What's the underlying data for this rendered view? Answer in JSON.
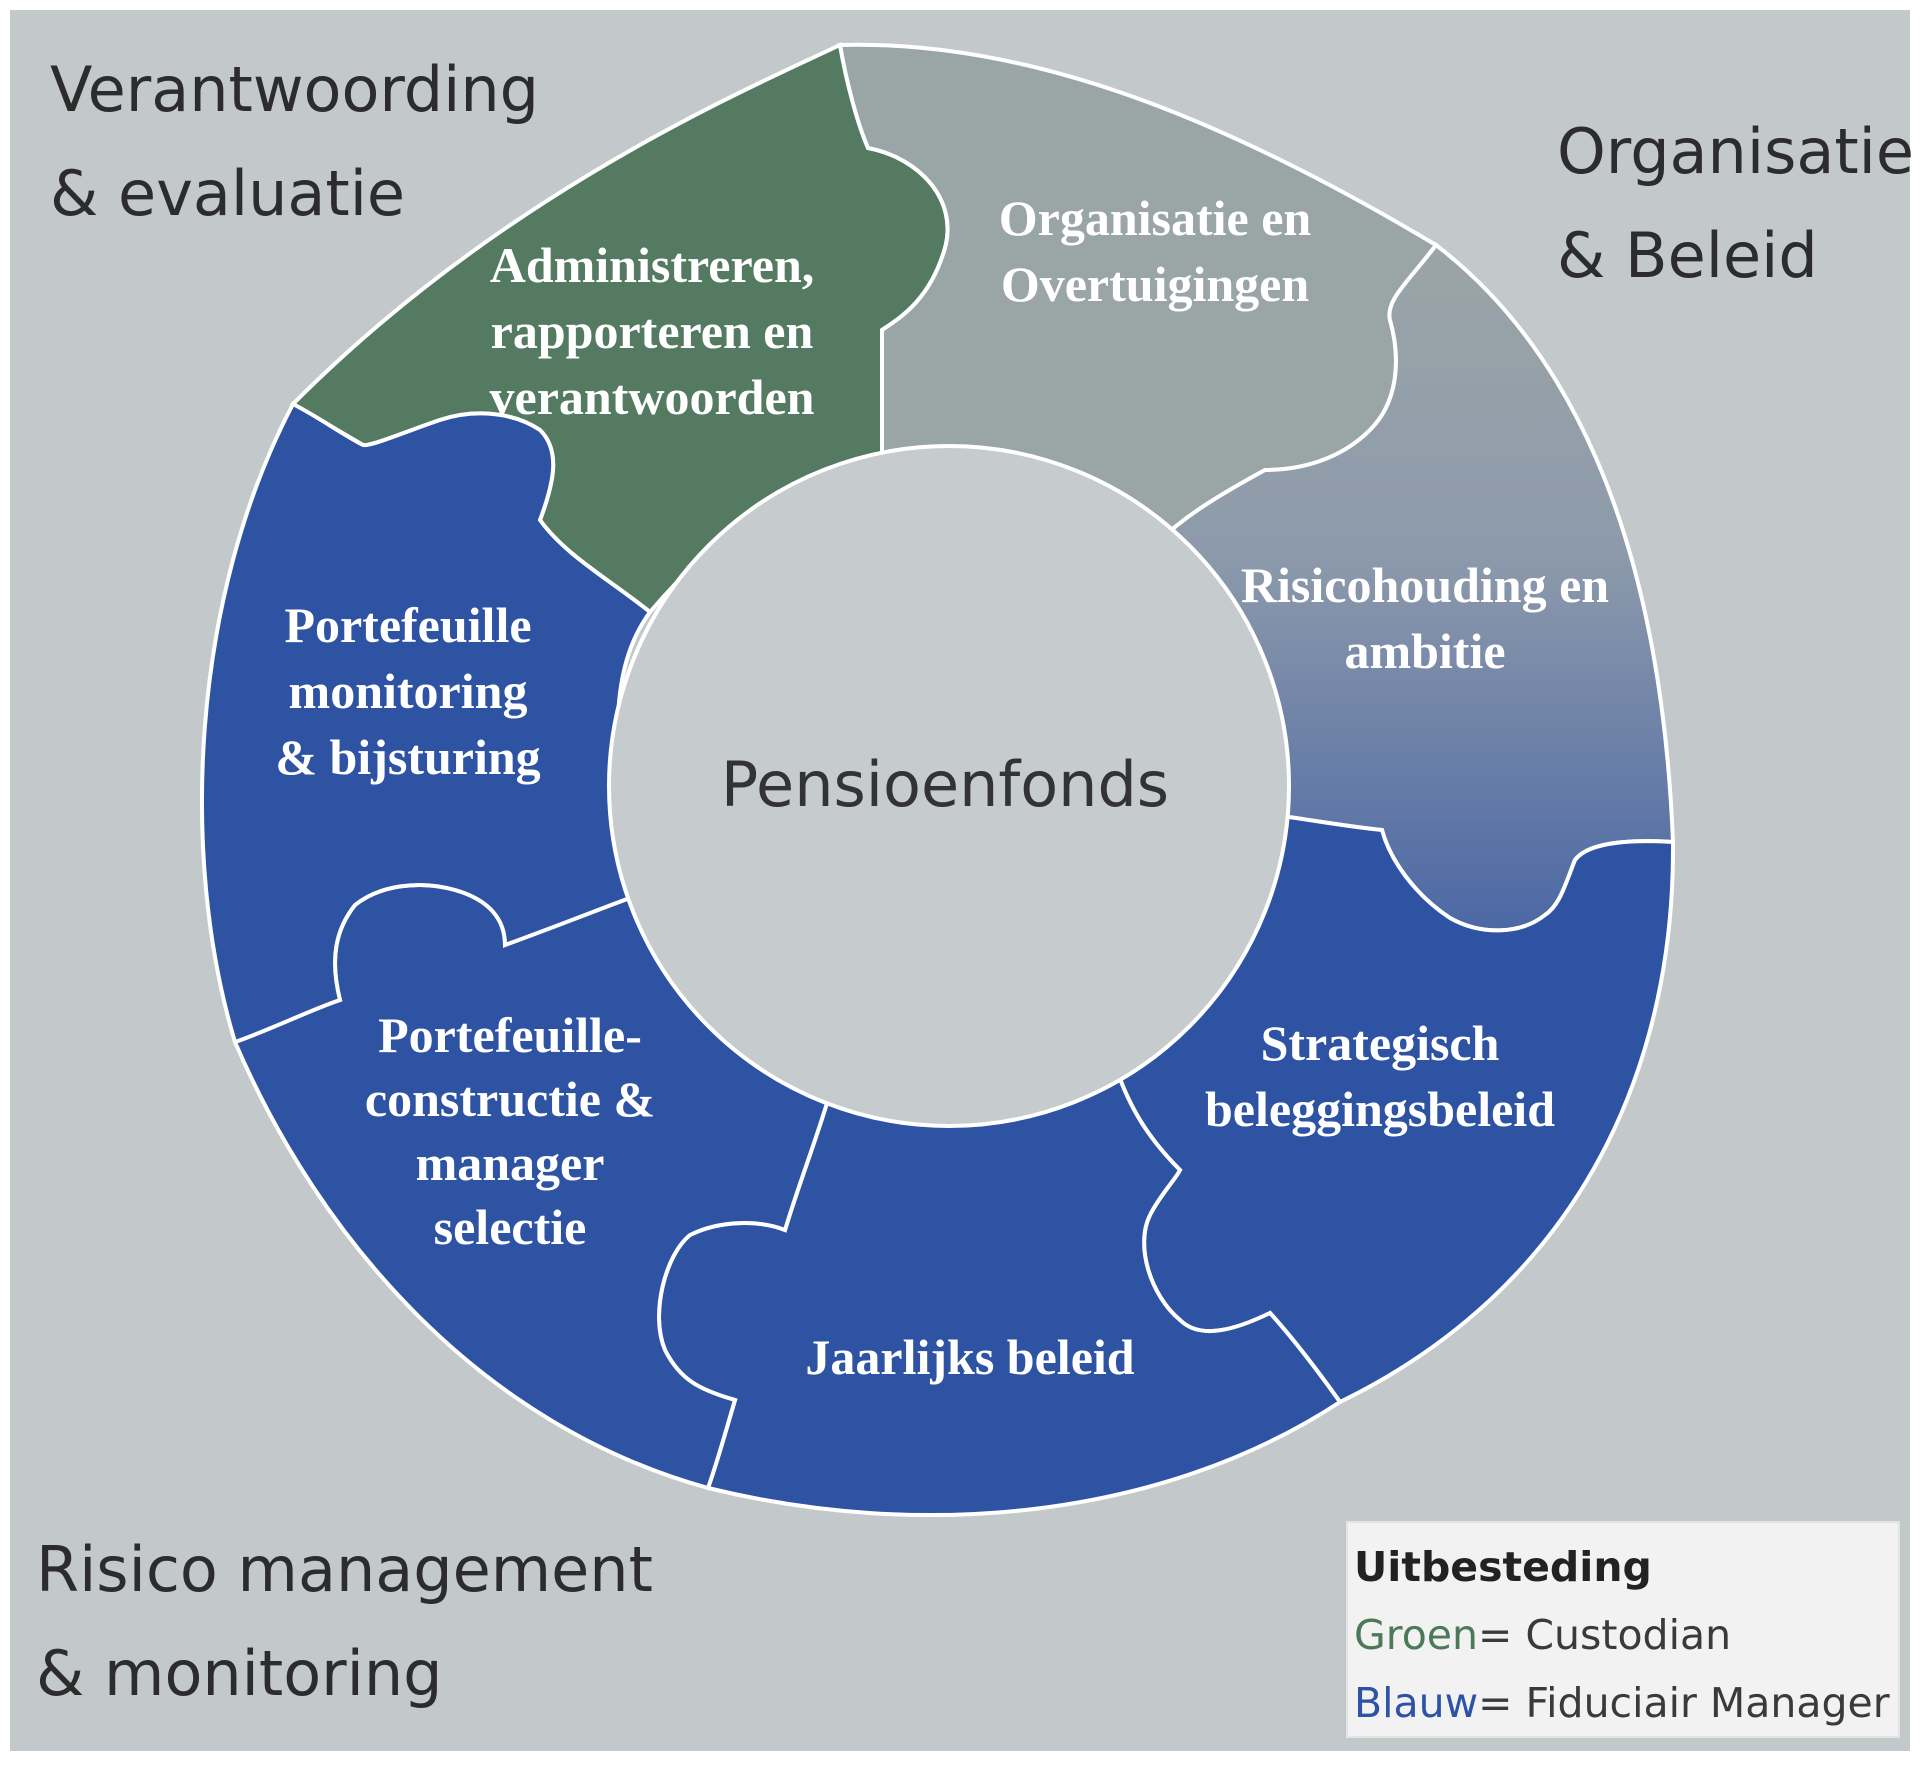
{
  "corners": {
    "top_left": [
      "Verantwoording",
      "& evaluatie"
    ],
    "top_right": [
      "Organisatie",
      "& Beleid"
    ],
    "bottom_left": [
      "Risico management",
      "& monitoring"
    ]
  },
  "center": "Pensioenfonds",
  "pieces": [
    {
      "lines": [
        "Administreren,",
        "rapporteren en",
        "verantwoorden"
      ],
      "category": "green"
    },
    {
      "lines": [
        "Organisatie en",
        "Overtuigingen"
      ],
      "category": "gray"
    },
    {
      "lines": [
        "Risicohouding en",
        "ambitie"
      ],
      "category": "gray-to-blue"
    },
    {
      "lines": [
        "Strategisch",
        "beleggingsbeleid"
      ],
      "category": "blue"
    },
    {
      "lines": [
        "Jaarlijks beleid"
      ],
      "category": "blue"
    },
    {
      "lines": [
        "Portefeuille-",
        "constructie &",
        "manager",
        "selectie"
      ],
      "category": "blue"
    },
    {
      "lines": [
        "Portefeuille",
        "monitoring",
        "& bijsturing"
      ],
      "category": "blue"
    }
  ],
  "legend": {
    "title": "Uitbesteding",
    "rows": [
      {
        "key": "Groen",
        "value": "= Custodian"
      },
      {
        "key": "Blauw",
        "value": "= Fiduciair Manager"
      }
    ]
  },
  "colors": {
    "background": "#c3c9cb",
    "green": "#547a61",
    "gray": "#9aa5a6",
    "blue": "#2f53a3",
    "center": "#c6cbce"
  }
}
